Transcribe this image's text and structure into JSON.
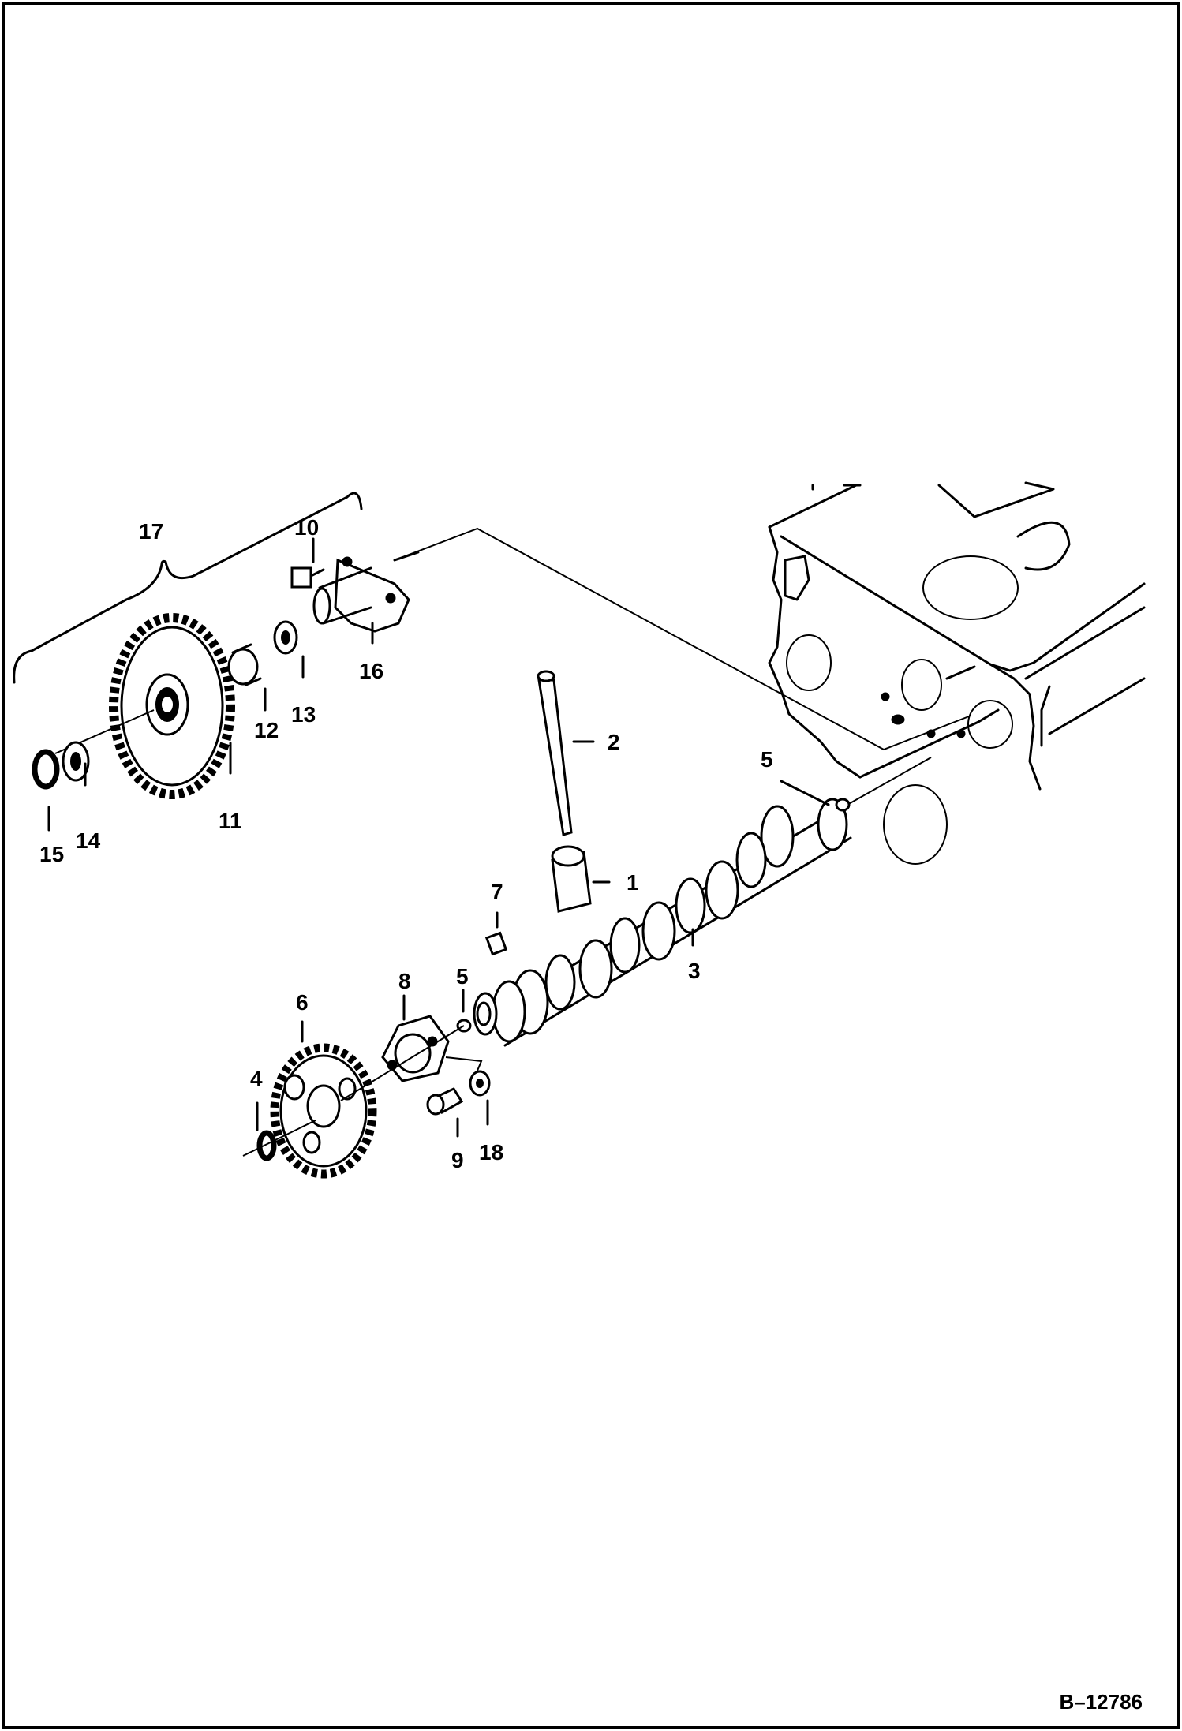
{
  "callouts": {
    "c1": "1",
    "c2": "2",
    "c3": "3",
    "c4": "4",
    "c5a": "5",
    "c5b": "5",
    "c6": "6",
    "c7": "7",
    "c8": "8",
    "c9": "9",
    "c10": "10",
    "c11": "11",
    "c12": "12",
    "c13": "13",
    "c14": "14",
    "c15": "15",
    "c16": "16",
    "c17": "17",
    "c18": "18"
  },
  "figure_ref": "B–12786"
}
